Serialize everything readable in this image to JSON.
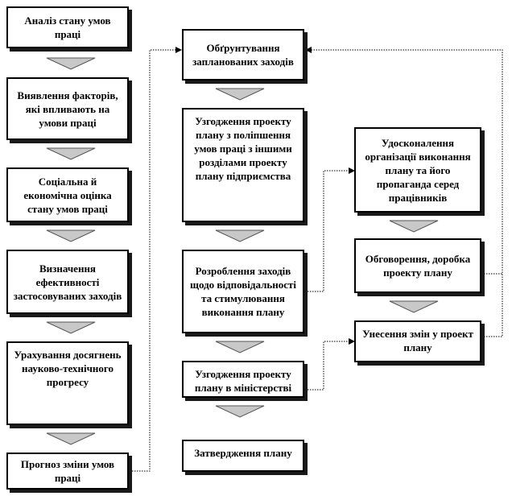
{
  "colors": {
    "stroke": "#000000",
    "shadow": "#1a1a1a",
    "triangle_fill": "#c8c8c8"
  },
  "left_column": [
    "Аналіз стану умов праці",
    "Виявлення факторів, які впливають на умови праці",
    "Соціальна й економічна оцінка стану умов праці",
    "Визначення ефективності застосовуваних заходів",
    "Урахування досягнень науково-технічного прогресу",
    "Прогноз зміни умов праці"
  ],
  "middle_column": [
    "Обґрунтування запланованих заходів",
    "Узгодження проекту плану з поліпшення умов праці з іншими розділами проекту плану підприємства",
    "Розроблення заходів щодо відповідальності та стимулювання виконання плану",
    "Узгодження проекту плану в міністерстві",
    "Затвердження плану"
  ],
  "right_column": [
    "Удосконалення організації виконання плану та його пропаганда серед працівників",
    "Обговорення, доробка проекту плану",
    "Унесення змін у проект плану"
  ]
}
